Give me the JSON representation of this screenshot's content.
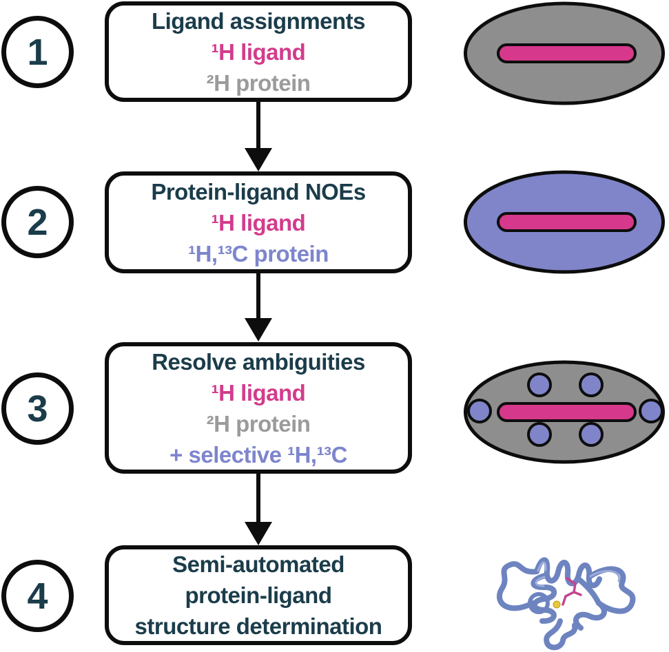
{
  "palette": {
    "outline": "#0d0d0d",
    "teal": "#1b3c4a",
    "pink": "#d33c8c",
    "gray_text": "#9b9b9d",
    "periwinkle_text": "#7e85cd",
    "ellipse_gray": "#8e8e8e",
    "ellipse_periwinkle": "#8085ca",
    "ligand_pill_pink": "#d6398b",
    "label_circle_periwinkle": "#8085ca",
    "protein_ribbon_blue": "#6e84c0"
  },
  "steps": [
    {
      "number": "1",
      "lines": [
        {
          "text": "Ligand assignments",
          "color": "teal"
        },
        {
          "text": "¹H ligand",
          "color": "pink"
        },
        {
          "text": "²H protein",
          "color": "gray"
        }
      ],
      "graphic": "gray protein ellipse with pink ligand bar"
    },
    {
      "number": "2",
      "lines": [
        {
          "text": "Protein-ligand NOEs",
          "color": "teal"
        },
        {
          "text": "¹H ligand",
          "color": "pink"
        },
        {
          "text": "¹H,¹³C protein",
          "color": "periwinkle"
        }
      ],
      "graphic": "periwinkle protein ellipse with pink ligand bar"
    },
    {
      "number": "3",
      "lines": [
        {
          "text": "Resolve ambiguities",
          "color": "teal"
        },
        {
          "text": "¹H ligand",
          "color": "pink"
        },
        {
          "text": "²H protein",
          "color": "gray"
        },
        {
          "text": "+ selective ¹H,¹³C",
          "color": "periwinkle"
        }
      ],
      "graphic": "gray protein ellipse with pink ligand bar and six periwinkle selective-label circles"
    },
    {
      "number": "4",
      "lines": [
        {
          "text": "Semi-automated",
          "color": "teal"
        },
        {
          "text": "protein-ligand",
          "color": "teal"
        },
        {
          "text": "structure determination",
          "color": "teal"
        }
      ],
      "graphic": "protein ribbon structure with bound ligand"
    }
  ]
}
